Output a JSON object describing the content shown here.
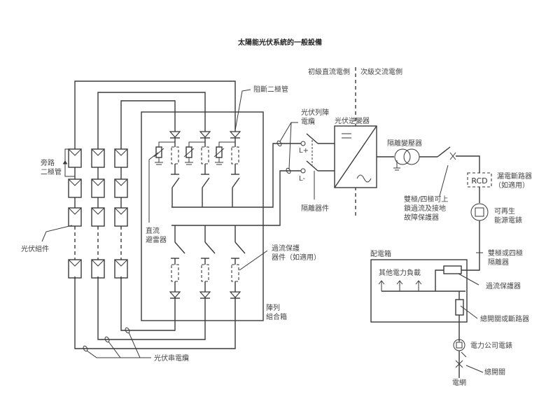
{
  "title": "太陽能光伏系統的一般設備",
  "sections": {
    "primary": "初級直流電側",
    "secondary": "次級交流電側"
  },
  "labels": {
    "bypass_diode": [
      "旁路",
      "二極管"
    ],
    "pv_module": "光伏組件",
    "pv_string_cable": "光伏串電纜",
    "blocking_diode": "阻斷二極管",
    "dc_surge_arrester": [
      "直流",
      "避雷器"
    ],
    "overcurrent_device": [
      "過流保護",
      "器件（如適用）"
    ],
    "combiner_box": [
      "陣列",
      "組合箱"
    ],
    "pv_array_cable": [
      "光伏列陣",
      "電纜"
    ],
    "isolator": "隔離器件",
    "l_plus": "L+",
    "l_minus": "L-",
    "inverter": "光伏逆變器",
    "isolation_transformer": "隔離變壓器",
    "lockable_breaker": [
      "雙極/四極可上",
      "鎖過流及接地",
      "故障保護器"
    ],
    "rcd": "RCD",
    "rcd_label": [
      "漏電斷路器",
      "（如適用）"
    ],
    "renewable_meter": [
      "可再生",
      "能源電錶"
    ],
    "distribution_board": "配電箱",
    "other_loads": "其他電力負載",
    "dp_isolator": [
      "雙極或四極",
      "隔離器"
    ],
    "overcurrent_protector": "過流保護器",
    "switch_or_breaker": "總開關或斷路器",
    "utility_meter": "電力公司電錶",
    "main_switch": "總開關",
    "grid": "電網"
  }
}
